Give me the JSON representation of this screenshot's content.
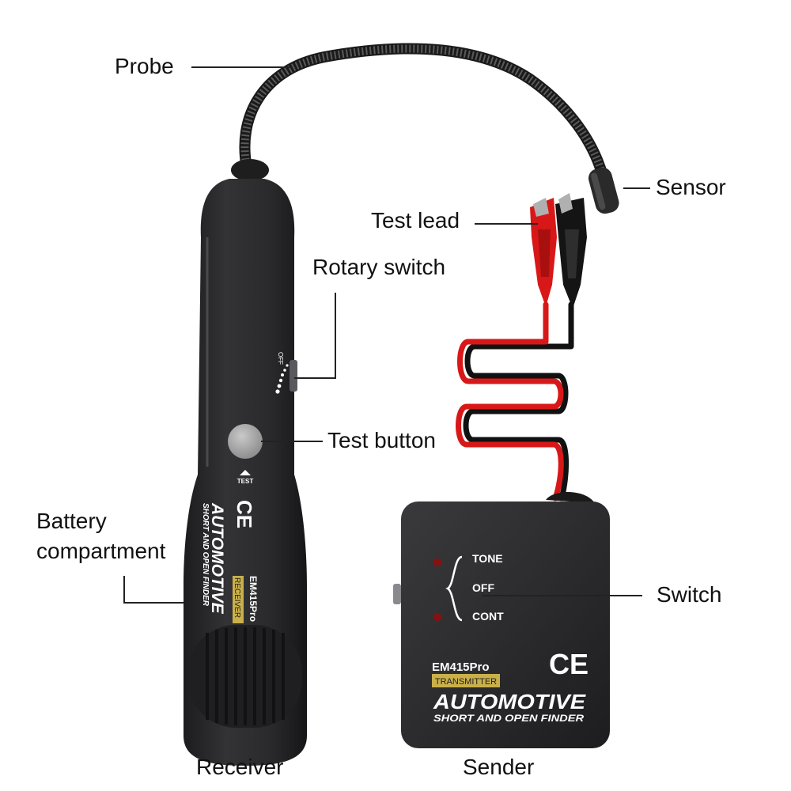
{
  "callouts": {
    "probe": "Probe",
    "sensor": "Sensor",
    "test_lead": "Test lead",
    "rotary_switch": "Rotary switch",
    "test_button": "Test button",
    "battery_compartment": "Battery compartment",
    "switch": "Switch",
    "receiver": "Receiver",
    "sender": "Sender"
  },
  "receiver_device": {
    "off_marker": "OFF",
    "test_marker": "TEST",
    "model": "EM415Pro",
    "badge": "RECEIVER",
    "brand": "AUTOMOTIVE",
    "tagline": "SHORT AND OPEN FINDER",
    "mark": "CE"
  },
  "sender_device": {
    "switch_positions": [
      "TONE",
      "OFF",
      "CONT"
    ],
    "model": "EM415Pro",
    "badge": "TRANSMITTER",
    "brand": "AUTOMOTIVE",
    "tagline": "SHORT AND OPEN FINDER",
    "mark": "CE"
  },
  "colors": {
    "device_body": "#2b2b2d",
    "label_gold": "#c9b04a",
    "wire_red": "#d81818",
    "wire_black": "#111111",
    "led_red": "#8a1010"
  }
}
